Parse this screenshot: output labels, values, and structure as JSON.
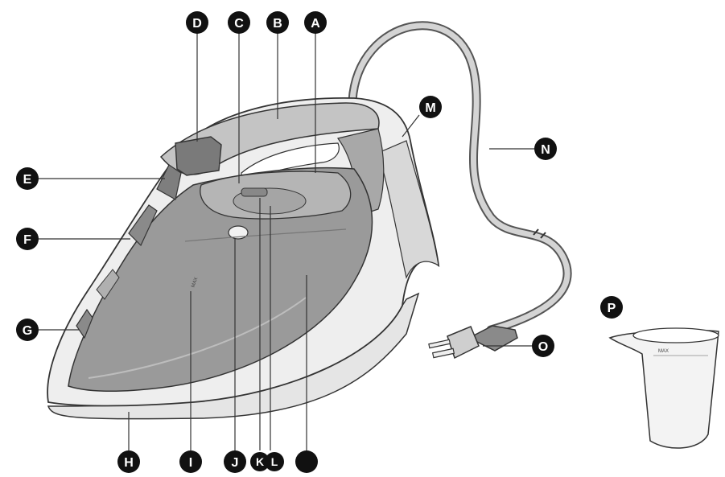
{
  "diagram": {
    "callouts": [
      {
        "id": "A",
        "label": "A"
      },
      {
        "id": "B",
        "label": "B"
      },
      {
        "id": "C",
        "label": "C"
      },
      {
        "id": "D",
        "label": "D"
      },
      {
        "id": "E",
        "label": "E"
      },
      {
        "id": "F",
        "label": "F"
      },
      {
        "id": "G",
        "label": "G"
      },
      {
        "id": "H",
        "label": "H"
      },
      {
        "id": "I",
        "label": "I"
      },
      {
        "id": "J",
        "label": "J"
      },
      {
        "id": "K",
        "label": "K"
      },
      {
        "id": "L",
        "label": "L"
      },
      {
        "id": "M",
        "label": "M"
      },
      {
        "id": "N",
        "label": "N"
      },
      {
        "id": "O",
        "label": "O"
      },
      {
        "id": "P",
        "label": "P"
      },
      {
        "id": "blank",
        "label": ""
      }
    ],
    "tank_marking": "MAX",
    "cup_marking": "MAX"
  },
  "colors": {
    "callout_fill": "#111111",
    "line": "#333333",
    "body_gray": "#9a9a9a",
    "light_gray": "#e9e9e9",
    "mid_gray": "#c2c2c2"
  }
}
